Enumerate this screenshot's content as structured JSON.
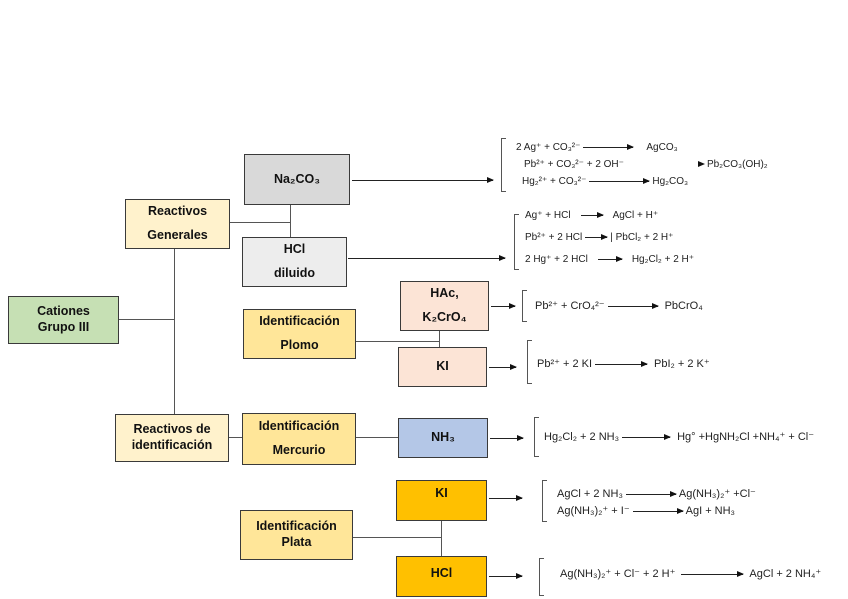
{
  "colors": {
    "root": "#c6e0b4",
    "category": "#fff2cc",
    "identification": "#ffe699",
    "general_reagent_dark": "#d9d9d9",
    "general_reagent_light": "#ededed",
    "lead_reagent": "#fce4d6",
    "mercury_reagent": "#b4c7e7",
    "silver_reagent": "#ffc000"
  },
  "nodes": {
    "root": {
      "lines": [
        "Cationes",
        "Grupo III"
      ]
    },
    "reactivos_generales": {
      "lines": [
        "Reactivos",
        "Generales"
      ]
    },
    "reactivos_identificacion": {
      "lines": [
        "Reactivos de",
        "identificación"
      ]
    },
    "na2co3": {
      "label": "Na₂CO₃"
    },
    "hcl_diluido": {
      "lines": [
        "HCl",
        "diluido"
      ]
    },
    "id_plomo": {
      "lines": [
        "Identificación",
        "Plomo"
      ]
    },
    "hac_k2cro4": {
      "lines": [
        "HAc,",
        "K₂CrO₄"
      ]
    },
    "ki_plomo": {
      "label": "KI"
    },
    "id_mercurio": {
      "lines": [
        "Identificación",
        "Mercurio"
      ]
    },
    "nh3": {
      "label": "NH₃"
    },
    "id_plata": {
      "lines": [
        "Identificación",
        "Plata"
      ]
    },
    "ki_plata": {
      "label": "KI"
    },
    "hcl_plata": {
      "label": "HCl"
    }
  },
  "reactions": {
    "na2co3": [
      {
        "left": "2 Ag⁺ + CO₃²⁻",
        "right": "AgCO₃"
      },
      {
        "left": "Pb²⁺ + CO₃²⁻ + 2 OH⁻",
        "right": "Pb₂CO₃(OH)₂"
      },
      {
        "left": "Hg₂²⁺ + CO₃²⁻",
        "right": "Hg₂CO₃"
      }
    ],
    "hcl_diluido": [
      {
        "left": "Ag⁺ + HCl",
        "right": "AgCl + H⁺"
      },
      {
        "left": "Pb²⁺ + 2 HCl",
        "right": "| PbCl₂ + 2 H⁺"
      },
      {
        "left": "2 Hg⁺ + 2 HCl",
        "right": "Hg₂Cl₂ + 2 H⁺"
      }
    ],
    "hac_k2cro4": [
      {
        "left": "Pb²⁺ + CrO₄²⁻",
        "right": "PbCrO₄"
      }
    ],
    "ki_plomo": [
      {
        "left": "Pb²⁺ + 2 KI",
        "right": "PbI₂ + 2 K⁺"
      }
    ],
    "nh3": [
      {
        "left": "Hg₂Cl₂ + 2 NH₃",
        "right": "Hg° +HgNH₂Cl +NH₄⁺ + Cl⁻"
      }
    ],
    "ki_plata": [
      {
        "left": "AgCl + 2 NH₃",
        "right": "Ag(NH₃)₂⁺ +Cl⁻"
      },
      {
        "left": "Ag(NH₃)₂⁺ + I⁻",
        "right": "AgI + NH₃"
      }
    ],
    "hcl_plata": [
      {
        "left": "Ag(NH₃)₂⁺ + Cl⁻ + 2 H⁺",
        "right": "AgCl + 2 NH₄⁺"
      }
    ]
  }
}
